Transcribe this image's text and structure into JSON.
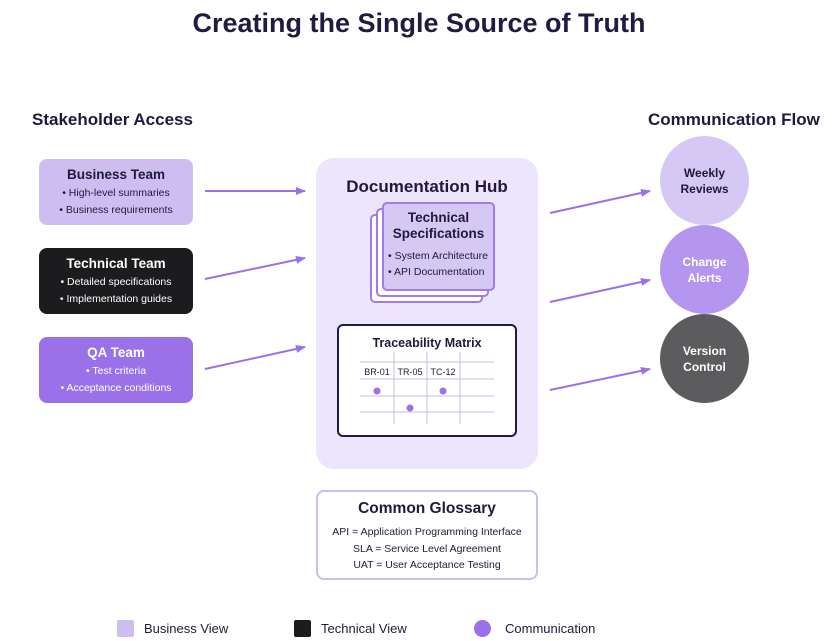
{
  "title": "Creating the Single Source of Truth",
  "stakeholder_heading": "Stakeholder Access",
  "communication_heading": "Communication Flow",
  "teams": [
    {
      "name": "Business Team",
      "items": [
        "• High-level summaries",
        "• Business requirements"
      ]
    },
    {
      "name": "Technical Team",
      "items": [
        "• Detailed specifications",
        "• Implementation guides"
      ]
    },
    {
      "name": "QA Team",
      "items": [
        "• Test criteria",
        "• Acceptance conditions"
      ]
    }
  ],
  "hub": {
    "title": "Documentation Hub",
    "spec_title_line1": "Technical",
    "spec_title_line2": "Specifications",
    "spec_items": [
      "• System Architecture",
      "• API Documentation"
    ],
    "matrix_title": "Traceability Matrix",
    "matrix_headers": [
      "BR-01",
      "TR-05",
      "TC-12"
    ]
  },
  "glossary": {
    "title": "Common Glossary",
    "items": [
      "API = Application Programming Interface",
      "SLA = Service Level Agreement",
      "UAT = User Acceptance Testing"
    ]
  },
  "communication": [
    {
      "line1": "Weekly",
      "line2": "Reviews"
    },
    {
      "line1": "Change",
      "line2": "Alerts"
    },
    {
      "line1": "Version",
      "line2": "Control"
    }
  ],
  "legend": [
    {
      "label": "Business View",
      "color": "#cdbdf0"
    },
    {
      "label": "Technical View",
      "color": "#1c1c1f"
    },
    {
      "label": "Communication",
      "color": "#9b71ea"
    }
  ],
  "colors": {
    "arrow": "#9b71ea",
    "hub_bg": "#ece5fb",
    "business": "#cdbdf0",
    "technical": "#1c1c1f",
    "qa": "#9b71ea"
  }
}
